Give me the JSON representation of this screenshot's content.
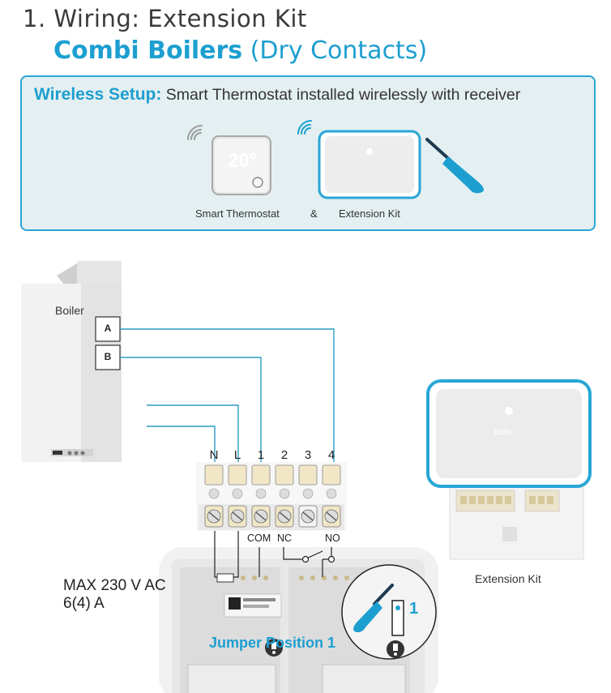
{
  "header": {
    "title_line1": "1. Wiring: Extension Kit",
    "title_line2_bold": "Combi Boilers",
    "title_line2_light": " (Dry Contacts)"
  },
  "setup": {
    "lead": "Wireless Setup:",
    "description": " Smart Thermostat installed wirelessly with receiver",
    "thermostat_display": "20°",
    "thermostat_caption": "Smart Thermostat",
    "ampersand": "&",
    "kit_caption": "Extension Kit"
  },
  "boiler": {
    "label": "Boiler",
    "terminal_a": "A",
    "terminal_b": "B"
  },
  "terminals": {
    "top_labels": [
      "N",
      "L",
      "1",
      "2",
      "3",
      "4"
    ],
    "bottom_labels": [
      "COM",
      "NC",
      "NO"
    ]
  },
  "rating": {
    "line1": "MAX 230 V AC",
    "line2": "6(4) A"
  },
  "jumper": {
    "label": "Jumper Position 1",
    "number": "1"
  },
  "extension_kit": {
    "caption": "Extension Kit",
    "brand": "tado"
  },
  "colors": {
    "accent": "#1c9fd0",
    "wire": "#2c9cc4",
    "box_bg": "#e4eff1",
    "terminal_cream": "#f1e6c6"
  },
  "icons": [
    "wifi-icon",
    "screwdriver-icon",
    "padlock-icon"
  ]
}
